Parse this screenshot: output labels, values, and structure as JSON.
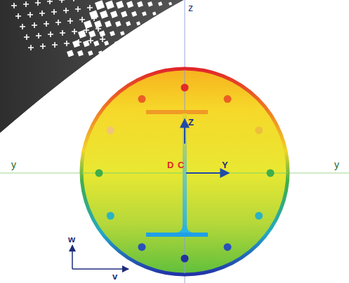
{
  "diagram": {
    "labels": [
      "z",
      "y",
      "y",
      "Z",
      "Y",
      "D",
      "C",
      "w",
      "v"
    ]
  }
}
